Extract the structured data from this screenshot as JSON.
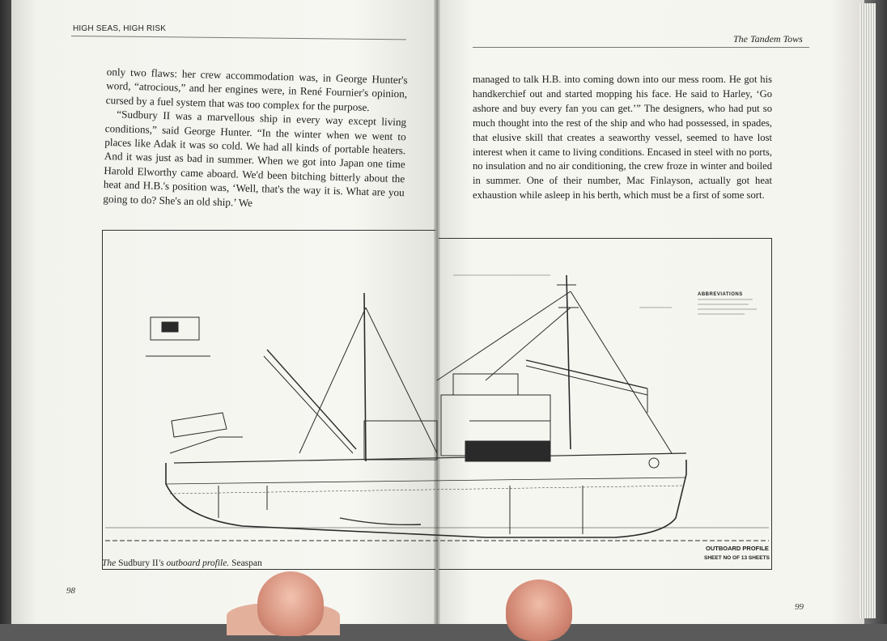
{
  "left_page": {
    "running_head": "HIGH SEAS, HIGH RISK",
    "paragraphs": [
      "only two flaws: her crew accommodation was, in George Hunter's word, “atrocious,” and her engines were, in René Fournier's opinion, cursed by a fuel system that was too complex for the purpose.",
      "“Sudbury II was a marvellous ship in every way except living conditions,” said George Hunter. “In the winter when we went to places like Adak it was so cold. We had all kinds of portable heaters. And it was just as bad in summer. When we got into Japan one time Harold Elworthy came aboard. We'd been bitching bitterly about the heat and H.B.'s position was, ‘Well, that's the way it is. What are you going to do? She's an old ship.’ We"
    ],
    "caption_italic_1": "The",
    "caption_regular_1": " Sudbury II",
    "caption_italic_2": "'s outboard profile.",
    "caption_regular_2": " Seaspan",
    "page_number": "98"
  },
  "right_page": {
    "running_head": "The Tandem Tows",
    "paragraph": "managed to talk H.B. into coming down into our mess room. He got his handkerchief out and started mopping his face. He said to Harley, ‘Go ashore and buy every fan you can get.’” The designers, who had put so much thought into the rest of the ship and who had possessed, in spades, that elusive skill that creates a seaworthy vessel, seemed to have lost interest when it came to living conditions. Encased in steel with no ports, no insulation and no air conditioning, the crew froze in winter and boiled in summer. One of their number, Mac Finlayson, actually got heat exhaustion while asleep in his berth, which must be a first of some sort.",
    "page_number": "99"
  },
  "plan": {
    "abbreviations_title": "ABBREVIATIONS",
    "title": "OUTBOARD PROFILE",
    "sheet": "SHEET NO OF 13 SHEETS"
  },
  "colors": {
    "paper": "#f6f6f1",
    "ink": "#1d1d1d",
    "line": "#333333"
  }
}
